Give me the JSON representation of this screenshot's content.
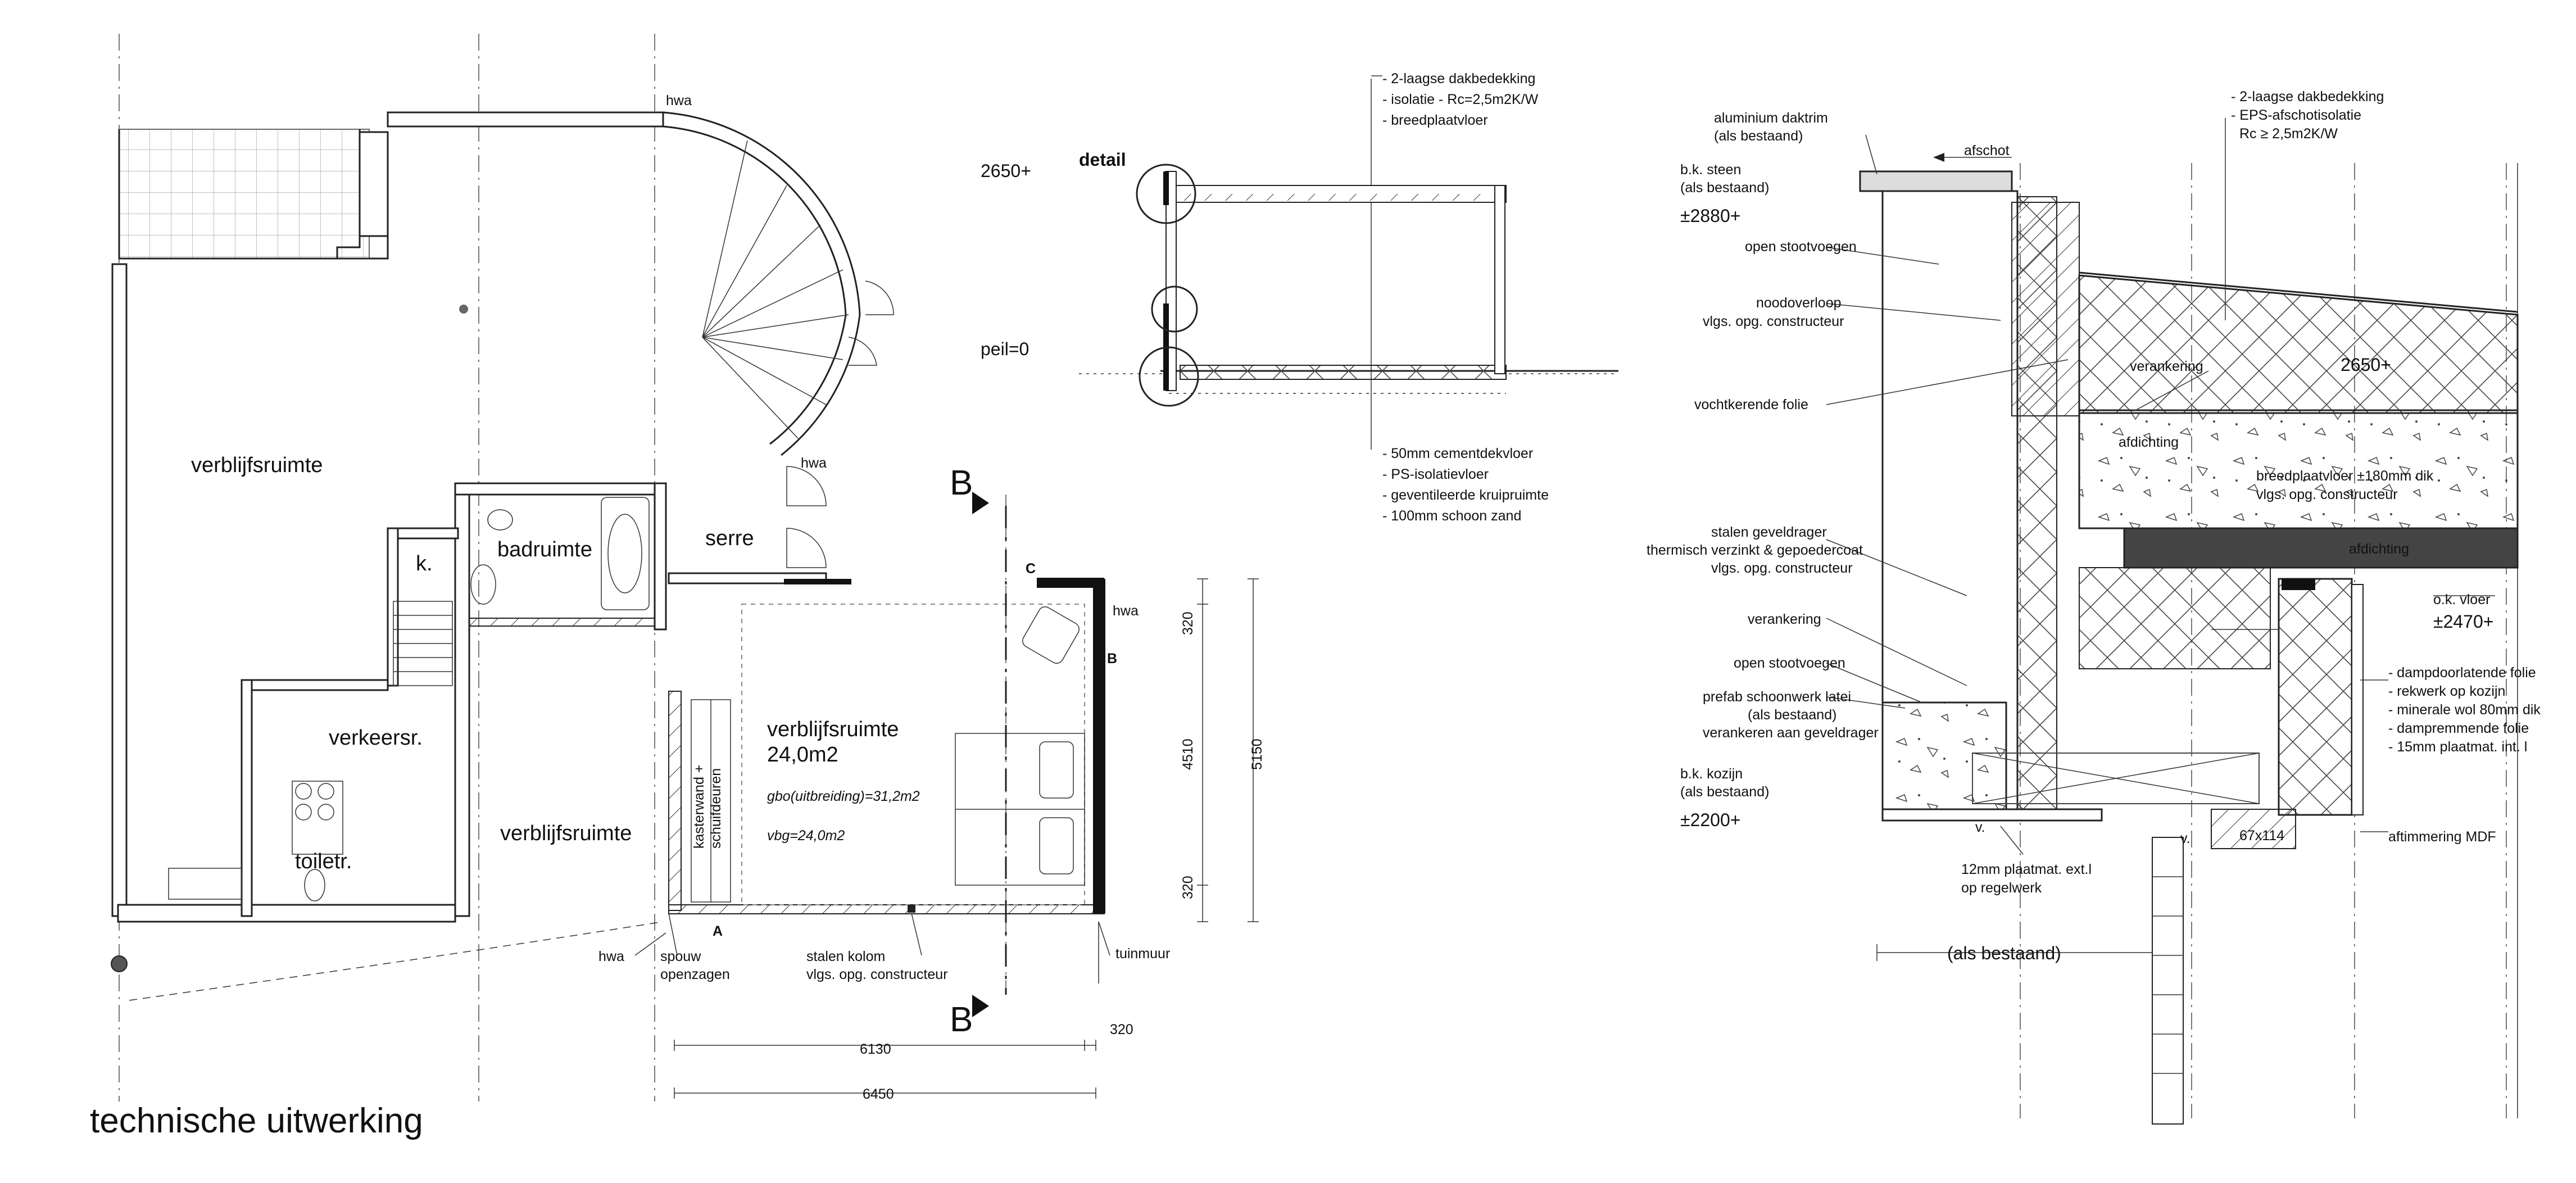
{
  "title": "technische uitwerking",
  "plan": {
    "rooms": {
      "living_left": "verblijfsruimte",
      "kitchen": "k.",
      "bathroom": "badruimte",
      "hall": "verkeersr.",
      "toilet": "toiletr.",
      "living_mid": "verblijfsruimte",
      "serre": "serre",
      "extension": "verblijfsruimte",
      "extension_area": "24,0m2"
    },
    "gbo": "gbo(uitbreiding)=31,2m2",
    "vbg": "vbg=24,0m2",
    "wardrobe": [
      "kasterwand +",
      "schuifdeuren"
    ],
    "hwa": "hwa",
    "section_mark": "B",
    "wall_marks": [
      "A",
      "B",
      "C"
    ],
    "labels": {
      "spouw": [
        "spouw",
        "openzagen"
      ],
      "kolom": [
        "stalen kolom",
        "vlgs. opg. constructeur"
      ],
      "tuinmuur": "tuinmuur"
    },
    "dimensions": {
      "d6130": "6130",
      "d6450": "6450",
      "d320a": "320",
      "d320b": "320",
      "d320c": "320",
      "d4510": "4510",
      "d5150": "5150"
    }
  },
  "section": {
    "level_top": "2650+",
    "level_peil": "peil=0",
    "detail_label": "detail",
    "roof_notes": [
      "- 2-laagse dakbedekking",
      "- isolatie - Rc=2,5m2K/W",
      "- breedplaatvloer"
    ],
    "floor_notes": [
      "- 50mm cementdekvloer",
      "- PS-isolatievloer",
      "- geventileerde kruipruimte",
      "- 100mm schoon zand"
    ]
  },
  "detail": {
    "left_notes": {
      "trim": [
        "aluminium daktrim",
        "(als bestaand)"
      ],
      "steen": [
        "b.k. steen",
        "(als bestaand)"
      ],
      "lvl2880": "±2880+",
      "stoot1": "open stootvoegen",
      "nood": [
        "noodoverloop",
        "vlgs. opg. constructeur"
      ],
      "folie": "vochtkerende folie",
      "gevel": [
        "stalen geveldrager",
        "thermisch verzinkt & gepoedercoat",
        "vlgs. opg. constructeur"
      ],
      "ankering": "verankering",
      "stoot2": "open stootvoegen",
      "latei": [
        "prefab schoonwerk latei",
        "(als bestaand)",
        "verankeren aan geveldrager"
      ],
      "kozijn": [
        "b.k. kozijn",
        "(als bestaand)"
      ],
      "lvl2200": "±2200+"
    },
    "afschot": "afschot",
    "roof_notes": [
      "- 2-laagse dakbedekking",
      "- EPS-afschotisolatie",
      "Rc ≥ 2,5m2K/W"
    ],
    "verankering": "verankering",
    "lvl2650": "2650+",
    "afdichting1": "afdichting",
    "afdichting2": "afdichting",
    "vloer": [
      "breedplaatvloer ±180mm dik",
      "vlgs. opg. constructeur"
    ],
    "ok_vloer": "o.k. vloer",
    "lvl2470": "±2470+",
    "wall_notes": [
      "- dampdoorlatende folie",
      "- rekwerk op kozijn",
      "- minerale wol 80mm dik",
      "- dampremmende folie",
      "- 15mm plaatmat. int. l"
    ],
    "plaat": [
      "12mm plaatmat. ext.l",
      "op regelwerk"
    ],
    "v_mark": "v.",
    "size": "67x114",
    "mdf": "aftimmering MDF",
    "bestaand": "(als bestaand)"
  }
}
